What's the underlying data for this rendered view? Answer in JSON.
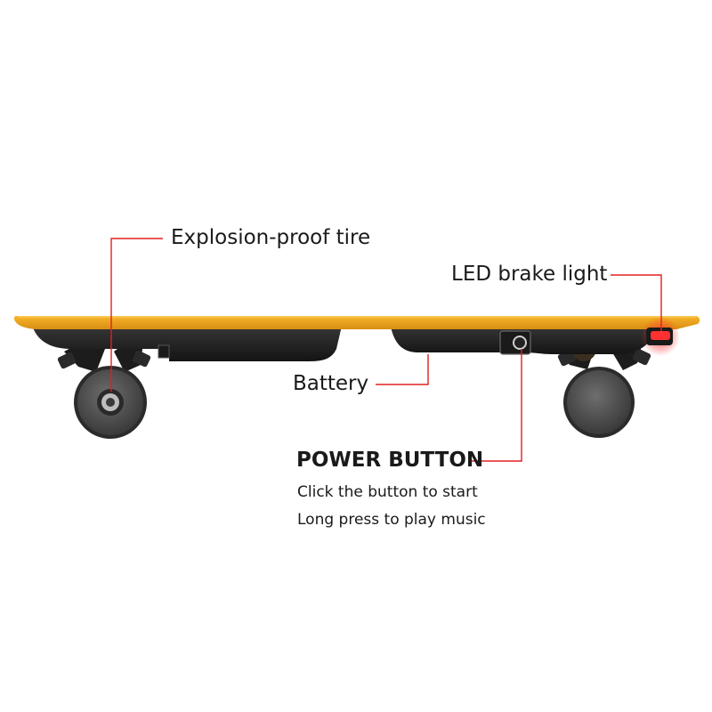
{
  "callouts": {
    "tire": "Explosion-proof tire",
    "led": "LED brake light",
    "battery": "Battery",
    "power": "POWER BUTTON"
  },
  "power_notes": [
    "Click the button to start",
    "Long press to play music"
  ],
  "colors": {
    "deck": "#f0a51e",
    "callout_line": "#e02020",
    "brake_light": "#ff2a2a",
    "body": "#1e1e1e",
    "wheel": "#5a5a5a"
  }
}
